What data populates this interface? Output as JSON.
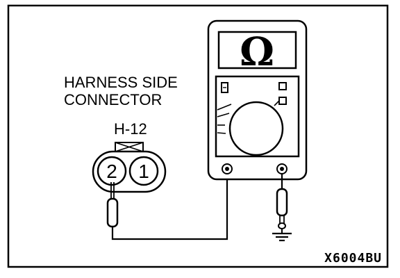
{
  "diagram": {
    "connector_label_line1": "HARNESS SIDE",
    "connector_label_line2": "CONNECTOR",
    "connector_id": "H-12",
    "pin_2": "2",
    "pin_1": "1",
    "meter_display": "Ω",
    "figure_code": "X6004BU"
  }
}
